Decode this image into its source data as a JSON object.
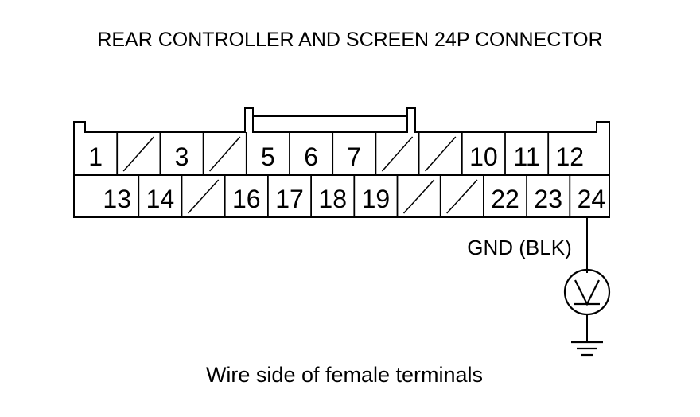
{
  "title": "REAR CONTROLLER AND SCREEN 24P CONNECTOR",
  "caption": "Wire side of female terminals",
  "wire_label": "GND (BLK)",
  "ground_symbol_icon": "ground-icon",
  "voltmeter_icon": "voltmeter-icon",
  "top_row": [
    "1",
    "",
    "3",
    "",
    "5",
    "6",
    "7",
    "",
    "",
    "10",
    "11",
    "12",
    ""
  ],
  "bottom_row": [
    "",
    "13",
    "14",
    "",
    "16",
    "17",
    "18",
    "19",
    "",
    "",
    "22",
    "23",
    "24"
  ],
  "measured_terminal": "24"
}
